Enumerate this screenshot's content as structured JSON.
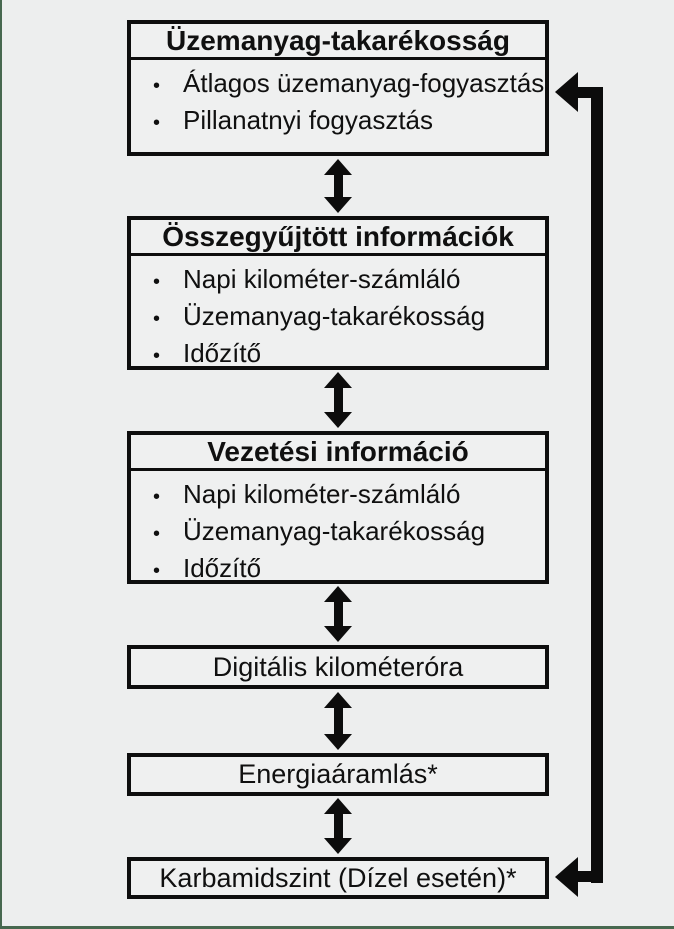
{
  "bullet_char": "•",
  "colors": {
    "background": "#edeeee",
    "box_border": "#0e0e0e",
    "arrow": "#0c0c0c",
    "page_edge_green": "#47684f"
  },
  "boxes": [
    {
      "title": "Üzemanyag-takarékosság",
      "items": [
        "Átlagos üzemanyag-fogyasztás",
        "Pillanatnyi fogyasztás"
      ]
    },
    {
      "title": "Összegyűjtött információk",
      "items": [
        "Napi kilométer-számláló",
        "Üzemanyag-takarékosság",
        "Időzítő"
      ]
    },
    {
      "title": "Vezetési információ",
      "items": [
        "Napi kilométer-számláló",
        "Üzemanyag-takarékosság",
        "Időzítő"
      ]
    },
    {
      "label": "Digitális kilométeróra"
    },
    {
      "label": "Energiaáramlás*"
    },
    {
      "label": "Karbamidszint (Dízel esetén)*"
    }
  ],
  "icons": {
    "between_boxes": "up-down-double-arrow",
    "right_side": "return-loop-arrow"
  }
}
